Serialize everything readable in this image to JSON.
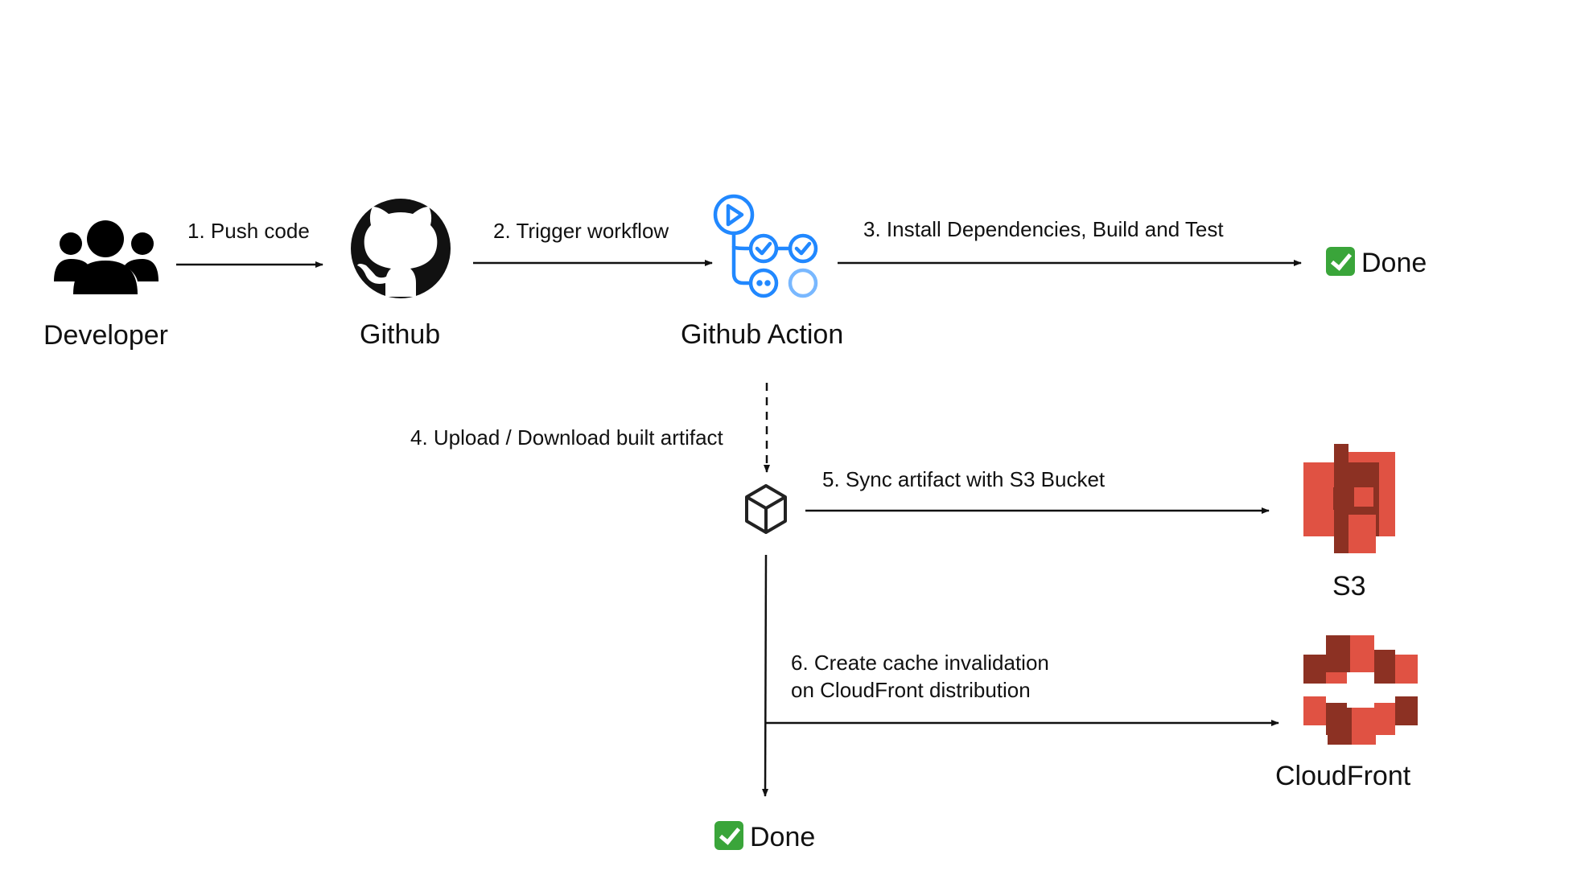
{
  "nodes": {
    "developer": "Developer",
    "github": "Github",
    "github_action": "Github Action",
    "s3": "S3",
    "cloudfront": "CloudFront",
    "done_top": "Done",
    "done_bottom": "Done"
  },
  "edges": {
    "push_code": "1. Push code",
    "trigger_workflow": "2. Trigger workflow",
    "install_build_test": "3. Install Dependencies, Build and Test",
    "upload_download": "4. Upload / Download built artifact",
    "sync_s3": "5. Sync artifact with S3 Bucket",
    "invalidate_line1": "6. Create cache invalidation",
    "invalidate_line2": "on CloudFront distribution"
  },
  "colors": {
    "github_action_blue": "#2188ff",
    "aws_red": "#e05243",
    "aws_dark_red": "#8c3123",
    "check_green": "#3aa53a"
  }
}
